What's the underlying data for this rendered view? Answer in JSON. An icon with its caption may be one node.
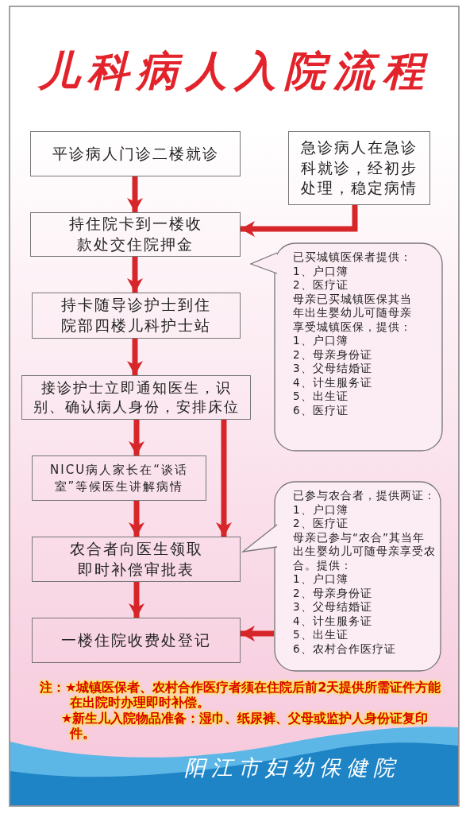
{
  "diagram": {
    "title": "儿科病人入院流程",
    "nodes": [
      {
        "text": [
          "平诊病人门诊二楼就诊"
        ]
      },
      {
        "text": [
          "急诊病人在急诊科就诊，经初步处理，稳定病情"
        ]
      },
      {
        "text": [
          "持住院卡到一楼收款处交住院押金"
        ]
      },
      {
        "text": [
          "已买城镇医保者提供：",
          "1、户口簿",
          "2、医疗证",
          "母亲已买城镇医保其当年出生婴幼儿可随母亲享受城镇医保，提供：",
          "1、户口簿",
          "2、母亲身份证",
          "3、父母结婚证",
          "4、计生服务证",
          "5、出生证",
          "6、医疗证"
        ]
      },
      {
        "text": [
          "持卡随导诊护士到住院部四楼儿科护士站"
        ]
      },
      {
        "text": [
          "接诊护士立即通知医生，识别、确认病人身份，安排床位"
        ]
      },
      {
        "text": [
          "NICU病人家长在“谈话室”等候医生讲解病情"
        ]
      },
      {
        "text": [
          "已参与农合者，提供两证：",
          "1、户口簿",
          "2、医疗证",
          "母亲已参与“农合”其当年出生婴幼儿可随母亲享受农合。提供：",
          "1、户口簿",
          "2、母亲身份证",
          "3、父母结婚证",
          "4、计生服务证",
          "5、出生证",
          "6、农村合作医疗证"
        ]
      },
      {
        "text": [
          "农合者向医生领取即时补偿审批表"
        ]
      },
      {
        "text": [
          "一楼住院收费处登记"
        ]
      }
    ],
    "edges": [
      {
        "from": 0,
        "to": 2,
        "arrow": "to"
      },
      {
        "from": 1,
        "to": 2,
        "arrow": "to"
      },
      {
        "from": 2,
        "to": 4,
        "arrow": "to"
      },
      {
        "from": 4,
        "to": 5,
        "arrow": "to"
      },
      {
        "from": 5,
        "to": 6,
        "arrow": "to"
      },
      {
        "from": 5,
        "to": 8,
        "arrow": "to"
      },
      {
        "from": 6,
        "to": 8,
        "arrow": "to"
      },
      {
        "from": 8,
        "to": 9,
        "arrow": "to"
      },
      {
        "from": 7,
        "to": 9,
        "arrow": "to"
      }
    ],
    "labels": [
      "注：★城镇医保者、农村合作医疗者须在住院后前2天提供所需证件方能在出院时办理即时补偿。",
      "★新生儿入院物品准备：湿巾、纸尿裤、父母或监护人身份证复印件。",
      "阳江市妇幼保健院"
    ]
  }
}
